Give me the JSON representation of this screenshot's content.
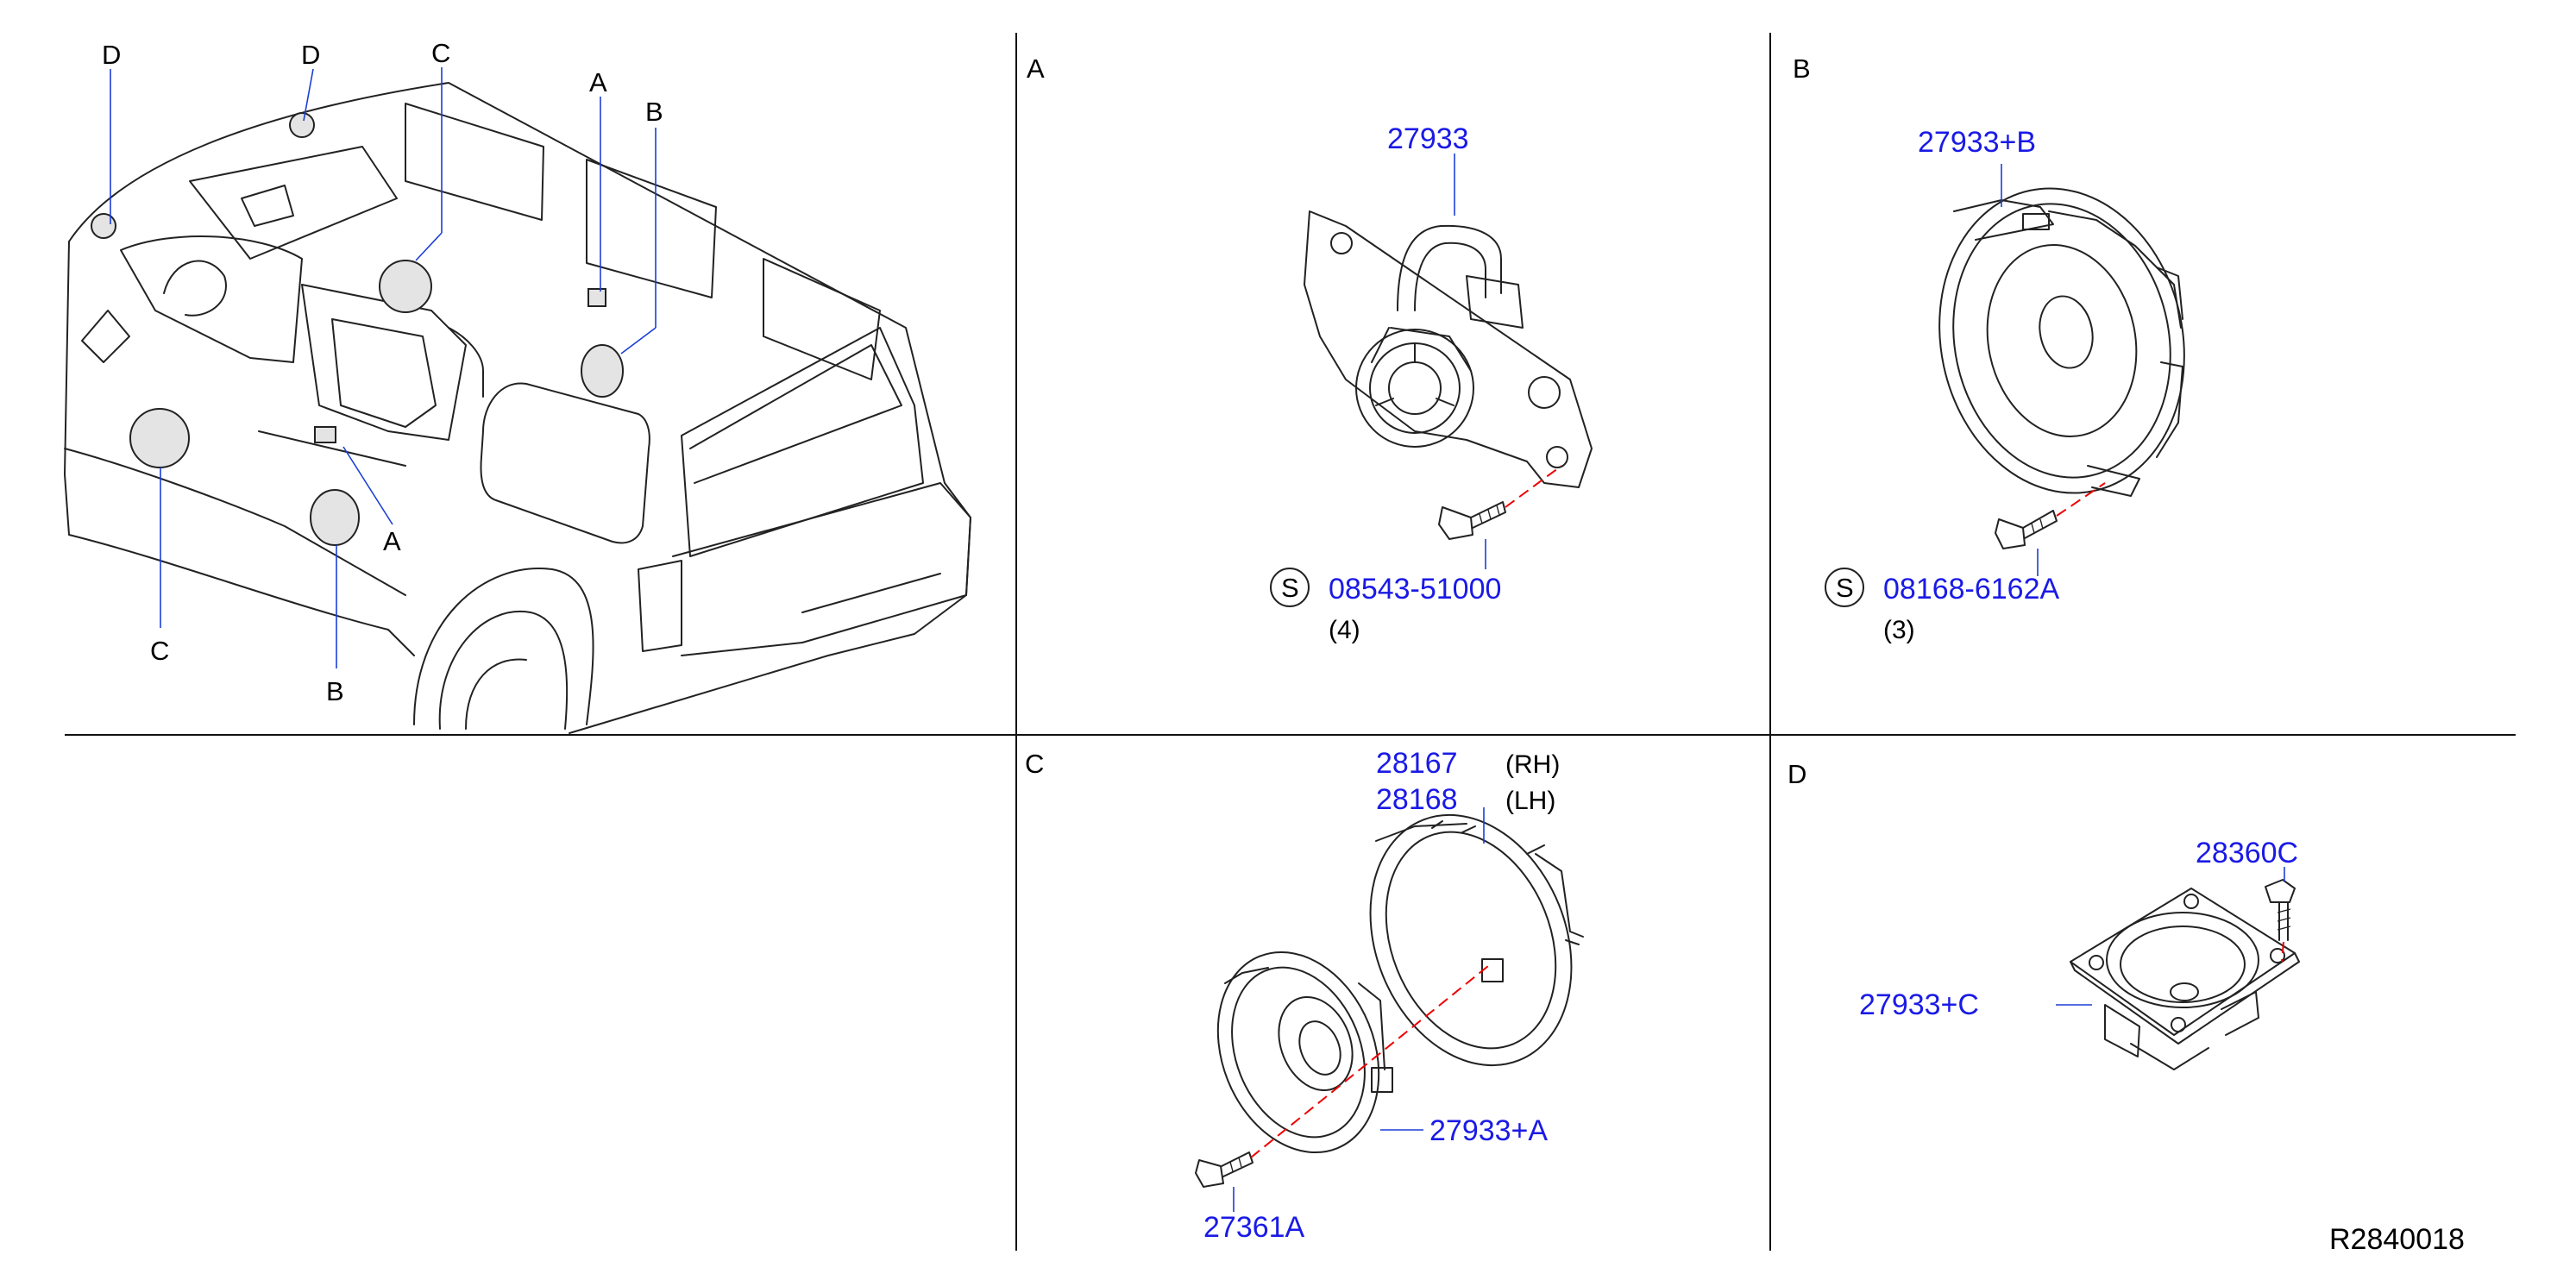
{
  "overview": {
    "labels": {
      "d_left": "D",
      "d_right": "D",
      "c_top": "C",
      "a_top": "A",
      "b_top": "B",
      "a_bottom": "A",
      "c_bottom": "C",
      "b_bottom": "B"
    }
  },
  "panel_a": {
    "letter": "A",
    "part_speaker": "27933",
    "screw_symbol": "S",
    "part_screw": "08543-51000",
    "qty_screw": "(4)"
  },
  "panel_b": {
    "letter": "B",
    "part_speaker": "27933+B",
    "screw_symbol": "S",
    "part_screw": "08168-6162A",
    "qty_screw": "(3)"
  },
  "panel_c": {
    "letter": "C",
    "part_bracket_rh": "28167",
    "side_rh": "(RH)",
    "part_bracket_lh": "28168",
    "side_lh": "(LH)",
    "part_speaker": "27933+A",
    "part_screw": "27361A"
  },
  "panel_d": {
    "letter": "D",
    "part_screw": "28360C",
    "part_speaker": "27933+C"
  },
  "reference_code": "R2840018"
}
